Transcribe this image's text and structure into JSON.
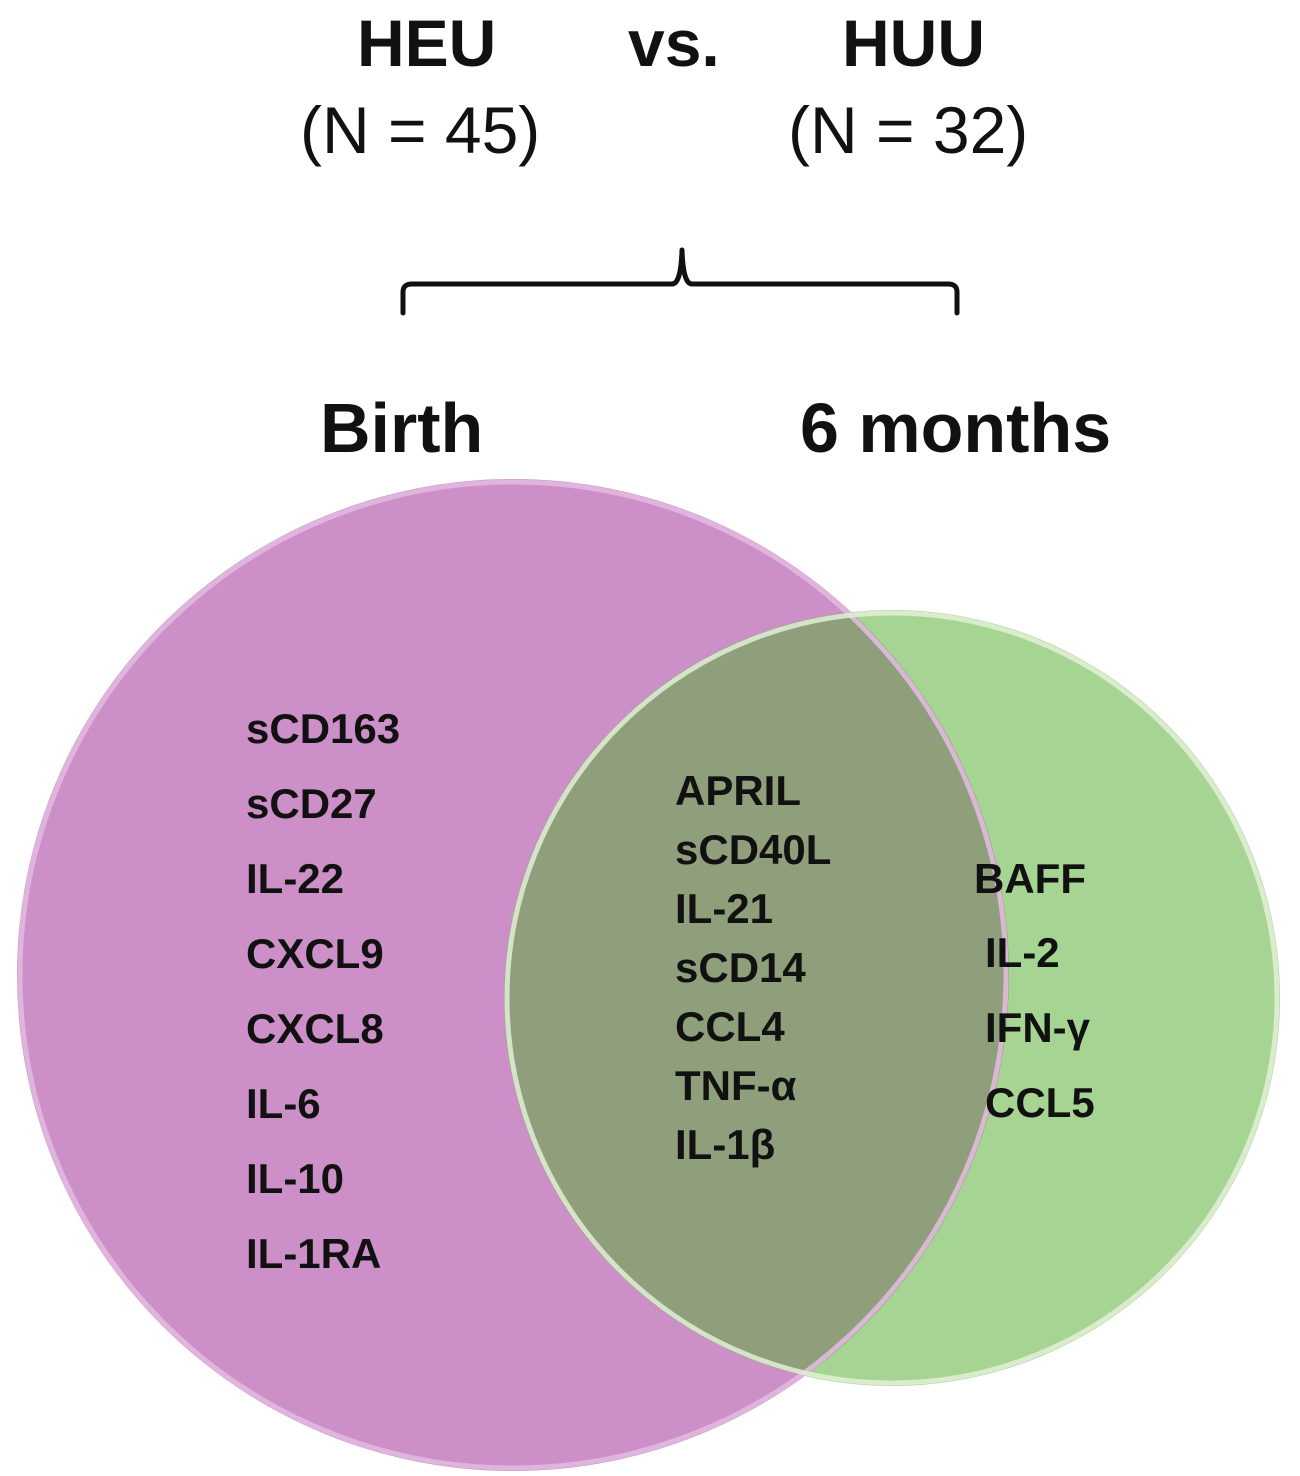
{
  "header": {
    "group1_label": "HEU",
    "vs_label": "vs.",
    "group2_label": "HUU",
    "group1_n": "(N = 45)",
    "group2_n": "(N = 32)"
  },
  "timepoints": {
    "left_label": "Birth",
    "right_label": "6 months"
  },
  "colors": {
    "left_circle": "#cc8fc8",
    "right_circle": "#a6d492",
    "overlap": "#8f9f7b",
    "text": "#111111"
  },
  "venn": {
    "birth_only": [
      "sCD163",
      "sCD27",
      "IL-22",
      "CXCL9",
      "CXCL8",
      "IL-6",
      "IL-10",
      "IL-1RA"
    ],
    "both": [
      "APRIL",
      "sCD40L",
      "IL-21",
      "sCD14",
      "CCL4",
      "TNF-α",
      "IL-1β"
    ],
    "six_months_only": [
      "BAFF",
      "IL-2",
      "IFN-γ",
      "CCL5"
    ]
  }
}
